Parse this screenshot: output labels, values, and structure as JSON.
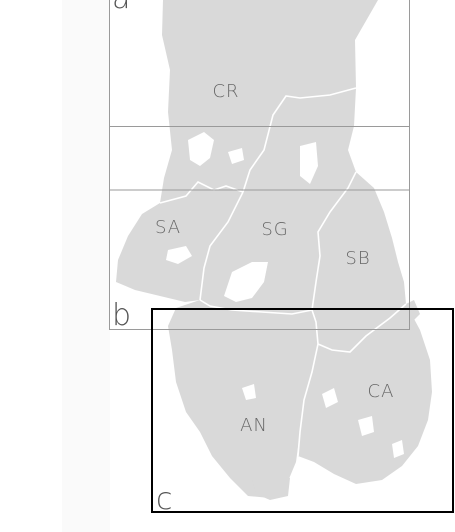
{
  "map": {
    "colors": {
      "land": "#d9d9d9",
      "background": "#ffffff",
      "border": "#ffffff",
      "panel_frame": "#9a9a9a",
      "inset_frame": "#000000",
      "label": "#666666"
    },
    "panels": [
      {
        "letter": "a"
      },
      {
        "letter": "b"
      },
      {
        "letter": "c"
      }
    ],
    "regions": [
      {
        "code": "CR"
      },
      {
        "code": "SA"
      },
      {
        "code": "SG"
      },
      {
        "code": "SB"
      },
      {
        "code": "AN"
      },
      {
        "code": "CA"
      }
    ]
  }
}
